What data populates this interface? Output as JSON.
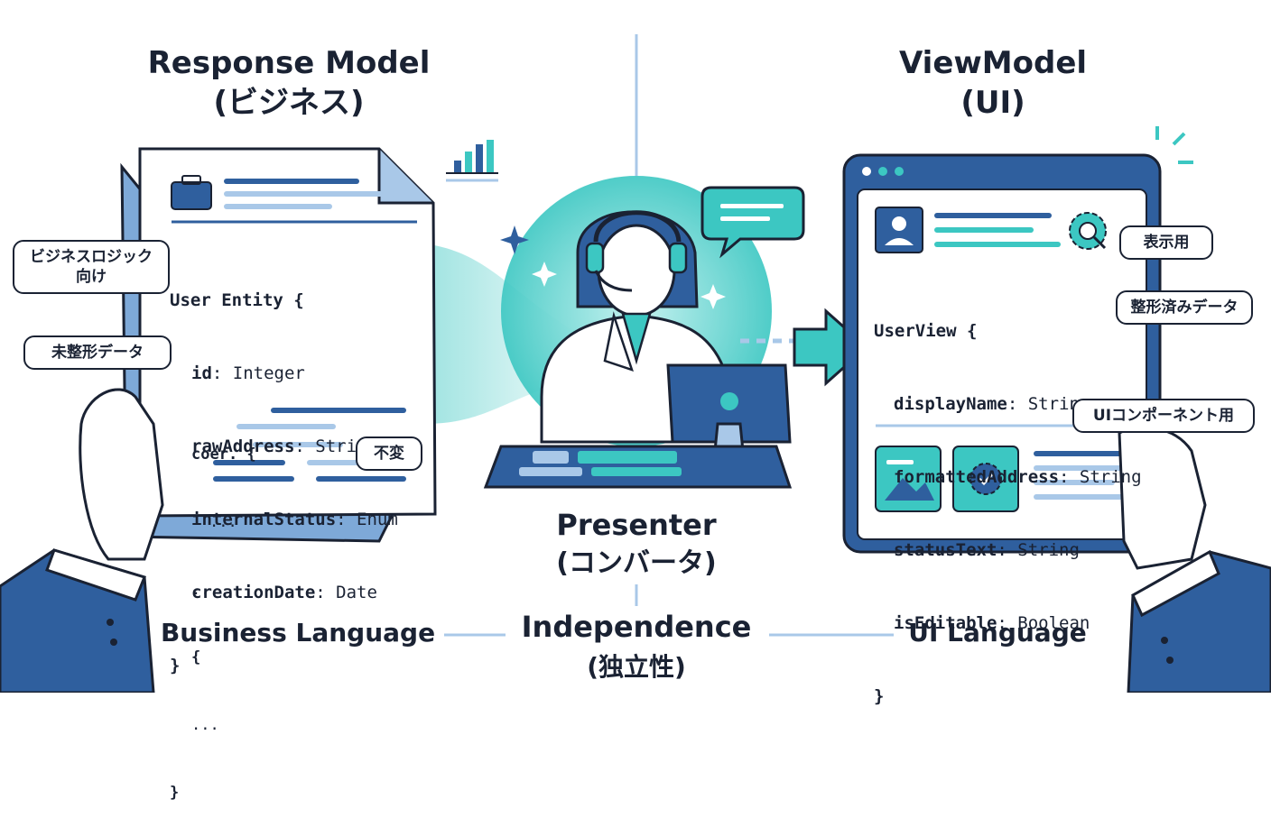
{
  "left_panel": {
    "title": "Response Model",
    "subtitle": "(ビジネス)",
    "code_header": "User Entity {",
    "fields": [
      {
        "name": "id",
        "type": "Integer"
      },
      {
        "name": "rawAddress",
        "type": "String"
      },
      {
        "name": "internalStatus",
        "type": "Enum"
      },
      {
        "name": "creationDate",
        "type": "Date"
      }
    ],
    "code_close": "}",
    "code2_header": "coer. {",
    "code2_dots1": "...",
    "code2_dots2": "...",
    "code2_open": "{",
    "code2_dots3": "...",
    "code2_close": "}",
    "bubble_business": "ビジネスロジック向け",
    "bubble_unformatted": "未整形データ",
    "bubble_immutable": "不変"
  },
  "center": {
    "title": "Presenter",
    "subtitle": "(コンバータ)"
  },
  "right_panel": {
    "title": "ViewModel",
    "subtitle": "(UI)",
    "code_header": "UserView {",
    "fields": [
      {
        "name": "displayName",
        "type": "String"
      },
      {
        "name": "formattedAddress",
        "type": "String"
      },
      {
        "name": "statusText",
        "type": "String"
      },
      {
        "name": "isEditable",
        "type": "Boolean"
      }
    ],
    "code_close": "}",
    "bubble_display": "表示用",
    "bubble_formatted": "整形済みデータ",
    "bubble_ui_component": "UIコンポーネント用"
  },
  "bottom": {
    "left_label": "Business Language",
    "center_label": "Independence",
    "center_sub": "(独立性)",
    "right_label": "UI Language"
  },
  "colors": {
    "navy": "#1a2233",
    "blue": "#2f5f9e",
    "light_blue": "#a9c8e8",
    "teal": "#3cc7c2",
    "paper_bg": "#ffffff"
  },
  "icons": [
    "briefcase-icon",
    "bar-chart-icon",
    "chat-bubble-icon",
    "sparkle-icon",
    "user-avatar-icon",
    "gear-icon",
    "image-icon",
    "gear-badge-icon",
    "arrow-right-icon"
  ]
}
